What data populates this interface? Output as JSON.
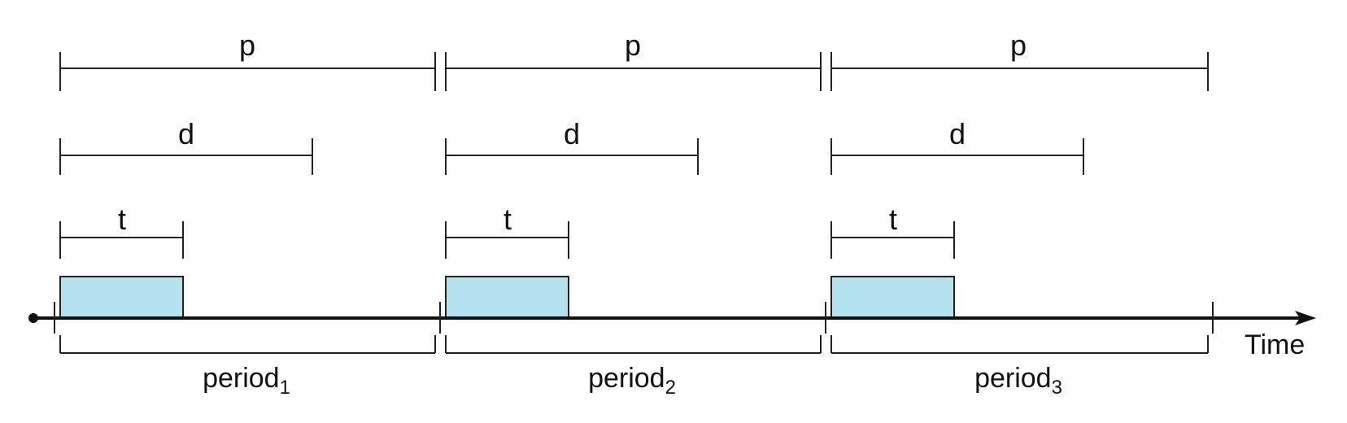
{
  "diagram": {
    "axis_label": "Time",
    "colors": {
      "task_fill": "#b4e2f0",
      "line": "#222222"
    },
    "periods": [
      {
        "p_label": "p",
        "d_label": "d",
        "t_label": "t",
        "period_label": "period",
        "period_subscript": "1"
      },
      {
        "p_label": "p",
        "d_label": "d",
        "t_label": "t",
        "period_label": "period",
        "period_subscript": "2"
      },
      {
        "p_label": "p",
        "d_label": "d",
        "t_label": "t",
        "period_label": "period",
        "period_subscript": "3"
      }
    ]
  }
}
